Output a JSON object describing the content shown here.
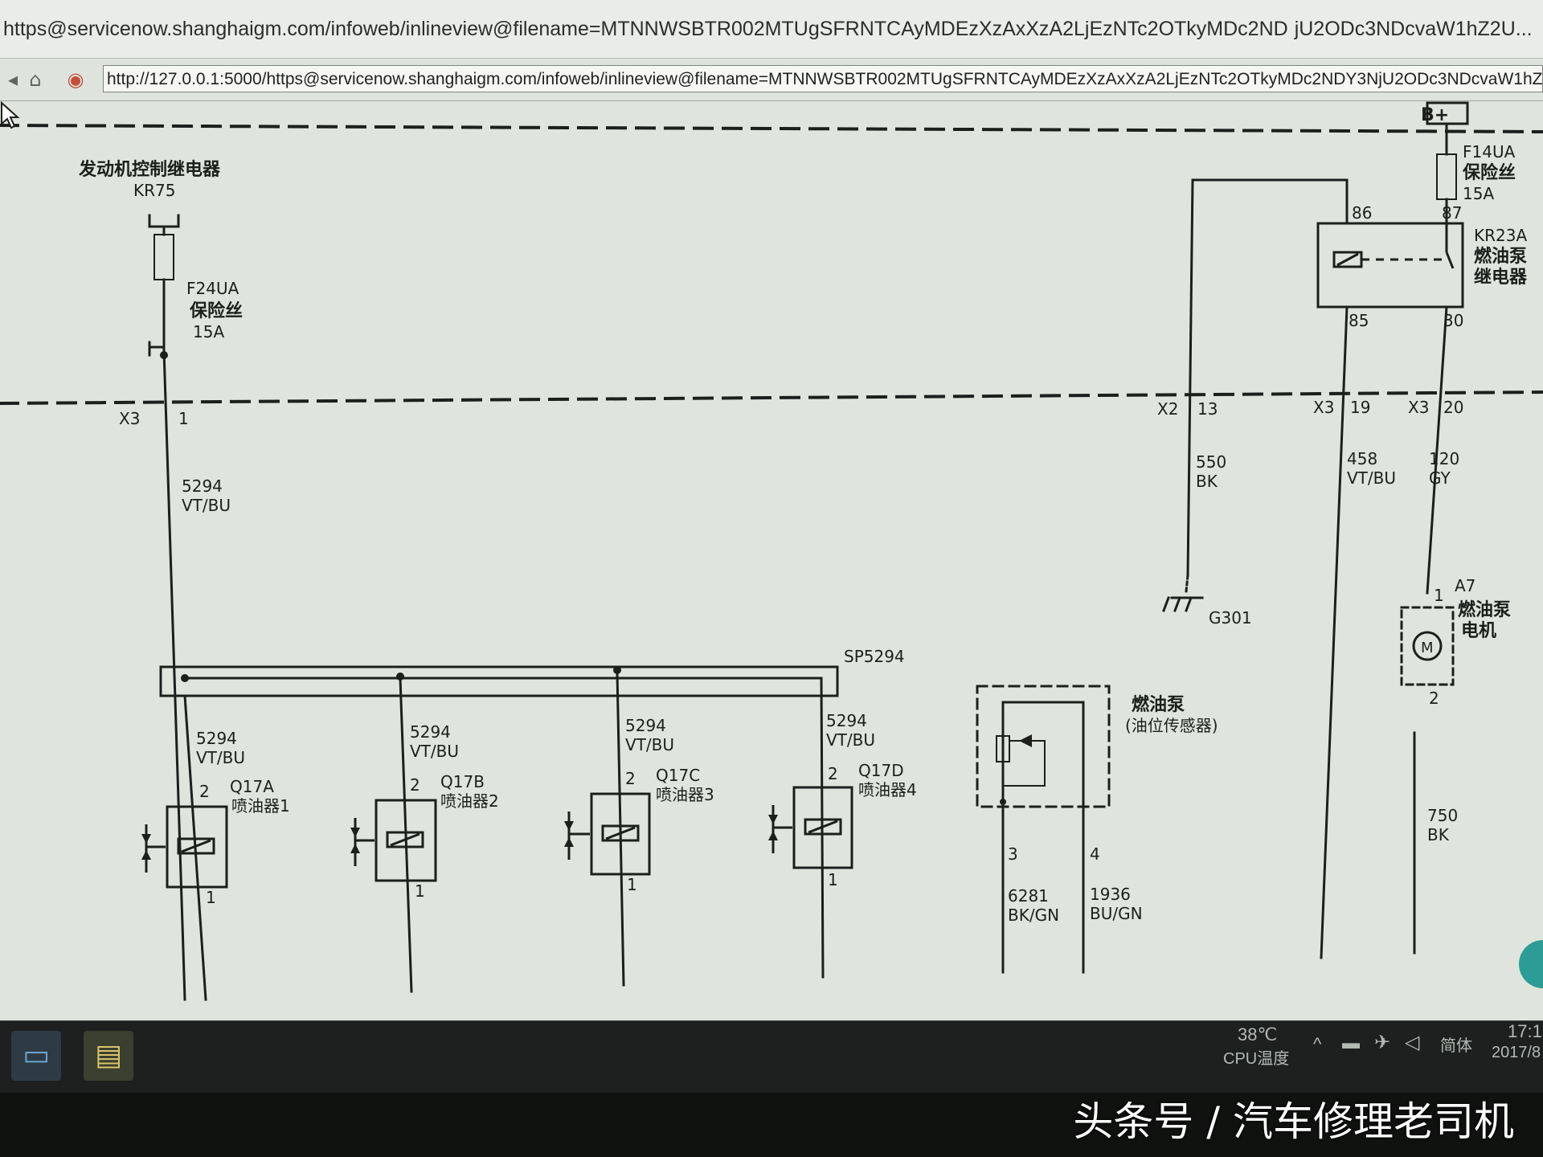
{
  "window": {
    "title_url": "https@servicenow.shanghaigm.com/infoweb/inlineview@filename=MTNNWSBTR002MTUgSFRNTCAyMDEzXzAxXzA2LjEzNTc2OTkyMDc2ND",
    "title_url_tail": "jU2ODc3NDcvaW1hZ2U...",
    "address": "http://127.0.0.1:5000/https@servicenow.shanghaigm.com/infoweb/inlineview@filename=MTNNWSBTR002MTUgSFRNTCAyMDEzXzAxXzA2LjEzNTc2OTkyMDc2NDY3NjU2ODc3NDcvaW1hZ2Uv",
    "nav_icons": [
      "back-arrow-icon",
      "home-icon",
      "browser-logo-icon"
    ]
  },
  "diagram": {
    "left_relay": {
      "name": "发动机控制继电器",
      "id": "KR75"
    },
    "left_fuse": {
      "id": "F24UA",
      "name": "保险丝",
      "rating": "15A"
    },
    "left_connector": {
      "id": "X3",
      "pin": "1"
    },
    "left_wire": {
      "num": "5294",
      "color": "VT/BU"
    },
    "splice": "SP5294",
    "injectors": [
      {
        "pin_top": "2",
        "id": "Q17A",
        "name": "喷油器1",
        "wire_num": "5294",
        "wire_color": "VT/BU",
        "pin_bottom": "1"
      },
      {
        "pin_top": "2",
        "id": "Q17B",
        "name": "喷油器2",
        "wire_num": "5294",
        "wire_color": "VT/BU",
        "pin_bottom": "1"
      },
      {
        "pin_top": "2",
        "id": "Q17C",
        "name": "喷油器3",
        "wire_num": "5294",
        "wire_color": "VT/BU",
        "pin_bottom": "1"
      },
      {
        "pin_top": "2",
        "id": "Q17D",
        "name": "喷油器4",
        "wire_num": "5294",
        "wire_color": "VT/BU",
        "pin_bottom": "1"
      }
    ],
    "power": "B+",
    "right_fuse": {
      "id": "F14UA",
      "name": "保险丝",
      "rating": "15A"
    },
    "pump_relay": {
      "id": "KR23A",
      "name_line1": "燃油泵",
      "name_line2": "继电器",
      "pin86": "86",
      "pin87": "87",
      "pin85": "85",
      "pin30": "30"
    },
    "connectors": [
      {
        "id": "X2",
        "pin": "13"
      },
      {
        "id": "X3",
        "pin": "19"
      },
      {
        "id": "X3",
        "pin": "20"
      }
    ],
    "wires": [
      {
        "num": "550",
        "color": "BK"
      },
      {
        "num": "458",
        "color": "VT/BU"
      },
      {
        "num": "120",
        "color": "GY"
      }
    ],
    "ground": "G301",
    "motor": {
      "pin_top": "1",
      "id": "A7",
      "name_line1": "燃油泵",
      "name_line2": "电机",
      "symbol": "M",
      "pin_bottom": "2"
    },
    "motor_wire": {
      "num": "750",
      "color": "BK"
    },
    "sensor": {
      "name": "燃油泵",
      "sub": "(油位传感器)",
      "pin_left": "3",
      "pin_right": "4"
    },
    "sensor_wires": [
      {
        "num": "6281",
        "color": "BK/GN"
      },
      {
        "num": "1936",
        "color": "BU/GN"
      }
    ]
  },
  "taskbar": {
    "apps": [
      "file-explorer-icon",
      "document-viewer-icon"
    ],
    "temperature": "38℃",
    "temperature_label": "CPU温度",
    "tray_word": "简体",
    "clock_time": "17:1",
    "clock_date": "2017/8"
  },
  "watermark": "头条号 / 汽车修理老司机",
  "colors": {
    "line": "#1c1f1c",
    "background": "#dfe5dd",
    "taskbar": "#1d201f"
  }
}
